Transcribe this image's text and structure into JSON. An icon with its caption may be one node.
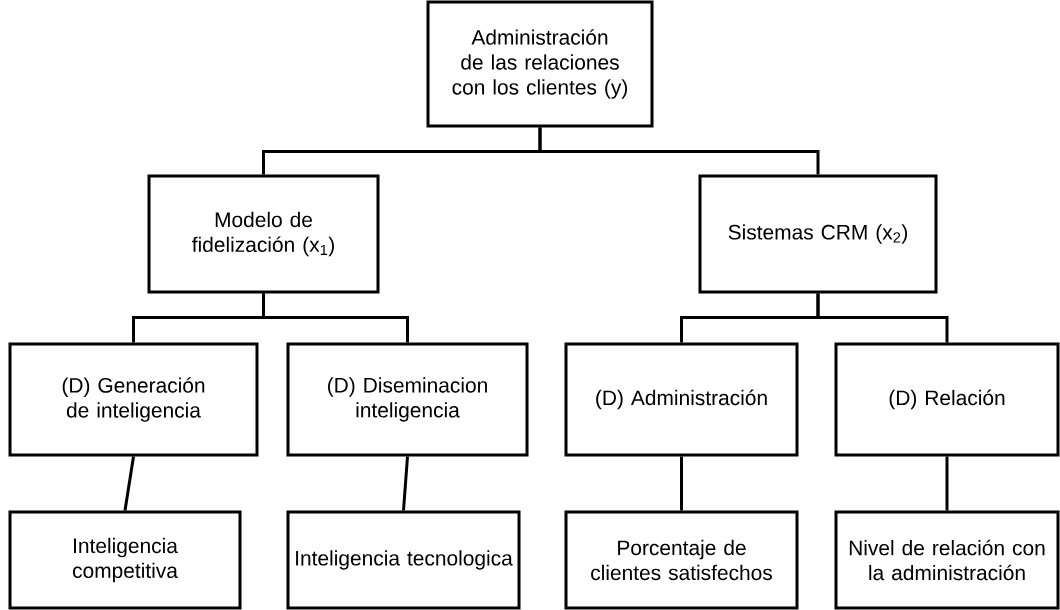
{
  "diagram": {
    "nodes": [
      {
        "text": [
          "Administración de las relaciones con los clientes (y)"
        ]
      },
      {
        "text": [
          "Modelo de fidelización (x$_{1}$)"
        ]
      },
      {
        "text": [
          "Sistemas CRM (x$_{2}$)"
        ]
      },
      {
        "text": [
          "(D) Generación de inteligencia"
        ]
      },
      {
        "text": [
          "(D) Diseminacion inteligencia"
        ]
      },
      {
        "text": [
          "(D) Administración"
        ]
      },
      {
        "text": [
          "(D) Relación"
        ]
      },
      {
        "text": [
          "Inteligencia competitiva"
        ]
      },
      {
        "text": [
          "Inteligencia tecnologica"
        ]
      },
      {
        "text": [
          "Porcentaje de clientes satisfechos"
        ]
      },
      {
        "text": [
          "Nivel de relación con la administración"
        ]
      }
    ],
    "edges": [
      {
        "from": 0,
        "to": 1,
        "arrow": "none"
      },
      {
        "from": 0,
        "to": 2,
        "arrow": "none"
      },
      {
        "from": 1,
        "to": 3,
        "arrow": "none"
      },
      {
        "from": 1,
        "to": 4,
        "arrow": "none"
      },
      {
        "from": 2,
        "to": 5,
        "arrow": "none"
      },
      {
        "from": 2,
        "to": 6,
        "arrow": "none"
      },
      {
        "from": 3,
        "to": 7,
        "arrow": "none"
      },
      {
        "from": 4,
        "to": 8,
        "arrow": "none"
      },
      {
        "from": 5,
        "to": 9,
        "arrow": "none"
      },
      {
        "from": 6,
        "to": 10,
        "arrow": "none"
      }
    ]
  }
}
